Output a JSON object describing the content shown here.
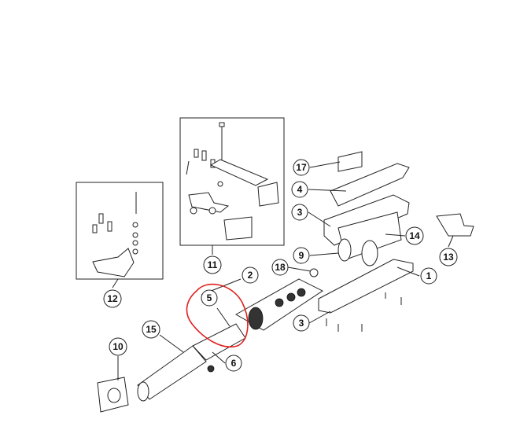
{
  "diagram": {
    "type": "exploded-parts-view",
    "callouts": [
      {
        "id": "c17",
        "label": "17"
      },
      {
        "id": "c4",
        "label": "4"
      },
      {
        "id": "c3a",
        "label": "3"
      },
      {
        "id": "c9",
        "label": "9"
      },
      {
        "id": "c18",
        "label": "18"
      },
      {
        "id": "c2",
        "label": "2"
      },
      {
        "id": "c5",
        "label": "5"
      },
      {
        "id": "c14",
        "label": "14"
      },
      {
        "id": "c13",
        "label": "13"
      },
      {
        "id": "c1",
        "label": "1"
      },
      {
        "id": "c3b",
        "label": "3"
      },
      {
        "id": "c6",
        "label": "6"
      },
      {
        "id": "c15",
        "label": "15"
      },
      {
        "id": "c10",
        "label": "10"
      },
      {
        "id": "c11",
        "label": "11"
      },
      {
        "id": "c12",
        "label": "12"
      }
    ],
    "highlight": {
      "target": "5",
      "color": "#e0201e"
    }
  }
}
